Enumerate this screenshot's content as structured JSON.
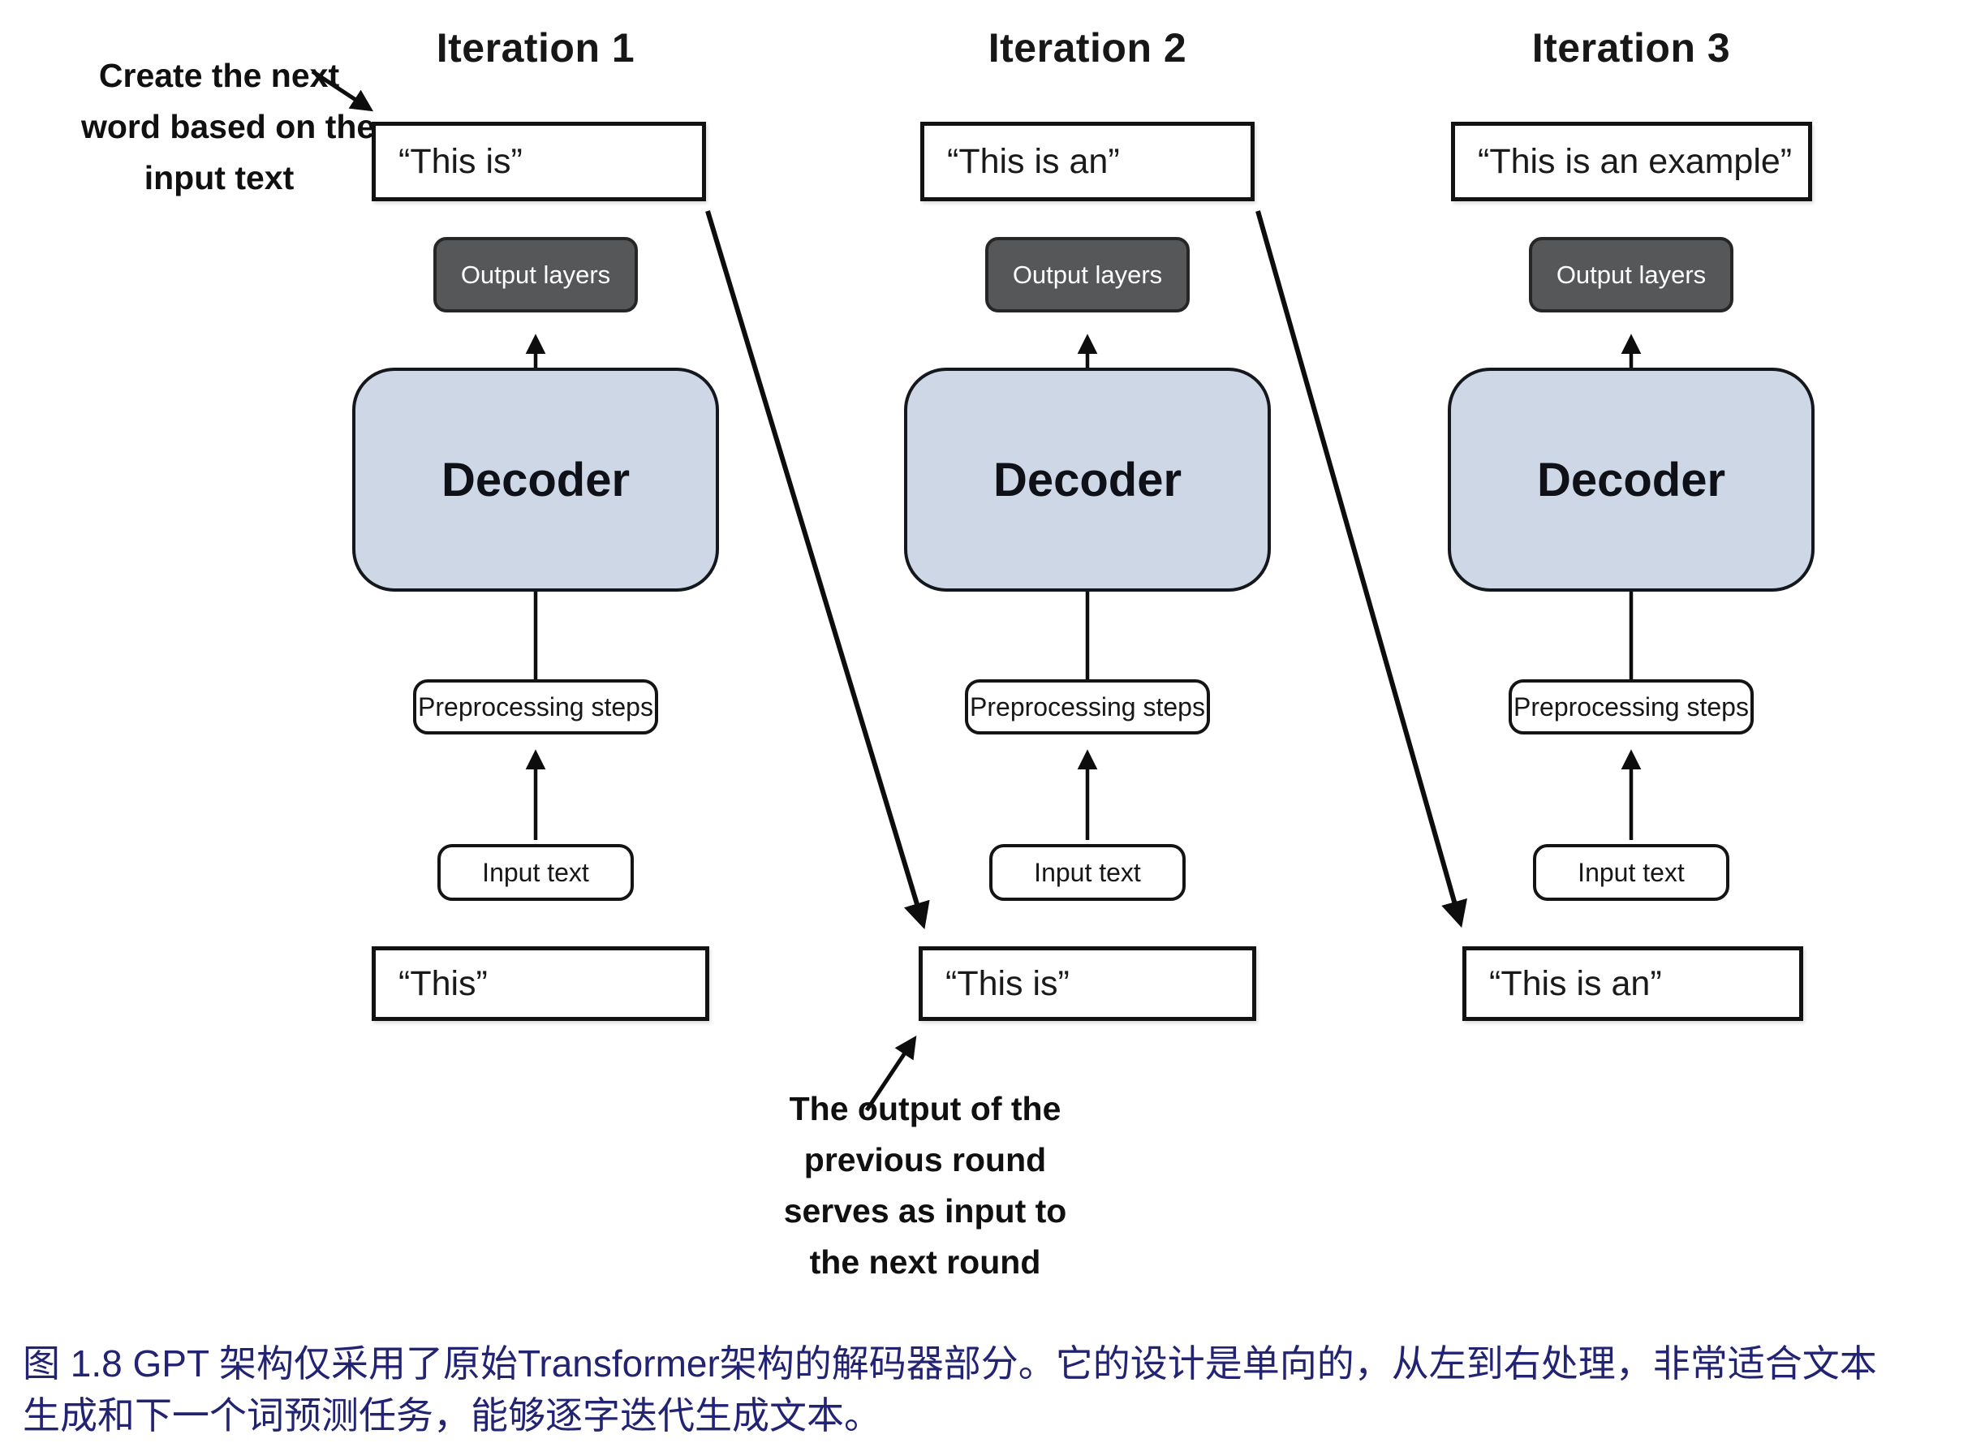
{
  "figure": {
    "columns": [
      {
        "title": "Iteration 1",
        "generated_text": "“This is”",
        "output_layers_label": "Output layers",
        "decoder_label": "Decoder",
        "preprocessing_label": "Preprocessing steps",
        "input_box_label": "Input text",
        "input_text": "“This”"
      },
      {
        "title": "Iteration 2",
        "generated_text": "“This is an”",
        "output_layers_label": "Output layers",
        "decoder_label": "Decoder",
        "preprocessing_label": "Preprocessing steps",
        "input_box_label": "Input text",
        "input_text": "“This is”"
      },
      {
        "title": "Iteration 3",
        "generated_text": "“This is an example”",
        "output_layers_label": "Output layers",
        "decoder_label": "Decoder",
        "preprocessing_label": "Preprocessing steps",
        "input_box_label": "Input text",
        "input_text": "“This is an”"
      }
    ],
    "annotations": {
      "top_left": {
        "lines": [
          "Create the next",
          "word based on the",
          "input text"
        ]
      },
      "bottom": {
        "lines": [
          "The output of the",
          "previous round",
          "serves as input to",
          "the next round"
        ]
      }
    },
    "caption": {
      "lines": [
        "图 1.8  GPT 架构仅采用了原始Transformer架构的解码器部分。它的设计是单向的，从左到右处理，非常适合文本",
        "生成和下一个词预测任务，能够逐字迭代生成文本。"
      ],
      "color": "#232374"
    },
    "colors": {
      "decoder_fill": "#cdd7e6",
      "output_layers_bg": "#565759",
      "box_border": "#121212",
      "arrow": "#0d0d0d"
    }
  }
}
